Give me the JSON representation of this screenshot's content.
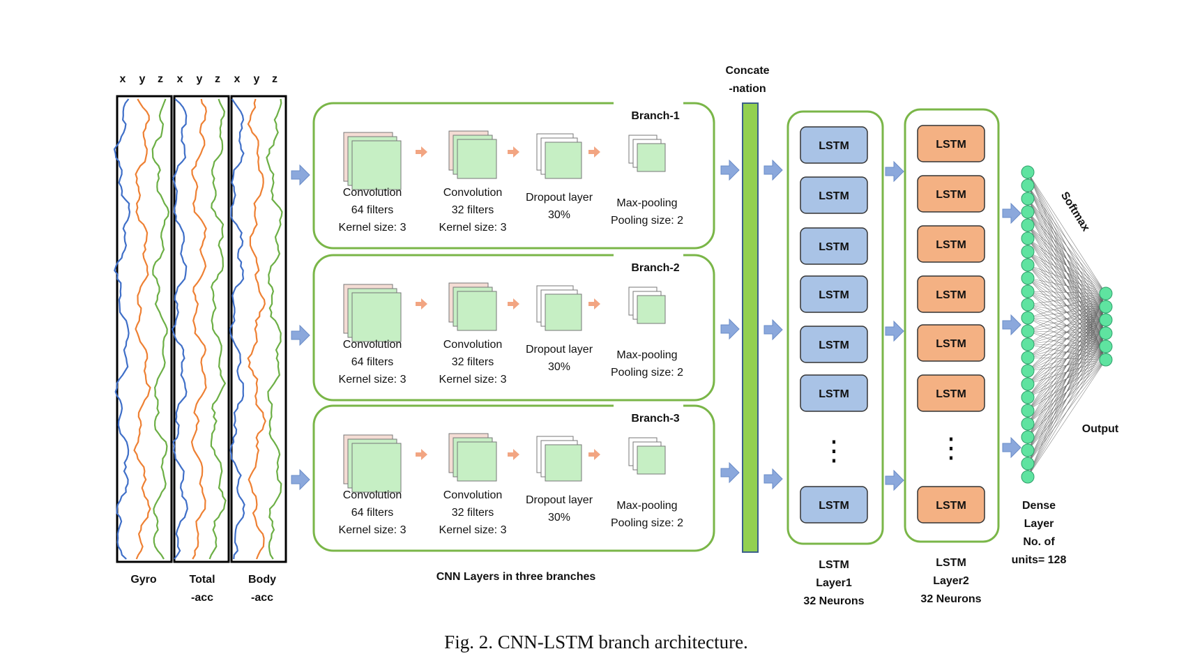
{
  "colors": {
    "gyro_x": "#3f6fc8",
    "gyro_y": "#ee8033",
    "gyro_z": "#6caf45",
    "green_border": "#7ab648",
    "conv_fill": "#c6efc4",
    "conv_back": "#f4dcd4",
    "arrow_orange": "#f2a582",
    "arrow_blue": "#8ba8dc",
    "lstm1_fill": "#a9c3e6",
    "lstm2_fill": "#f4b183",
    "concat_fill": "#92d050",
    "node_fill": "#5fe3a0"
  },
  "signals": {
    "axis_labels": [
      "x",
      "y",
      "z"
    ],
    "groups": [
      {
        "label_1": "Gyro",
        "label_2": ""
      },
      {
        "label_1": "Total",
        "label_2": "-acc"
      },
      {
        "label_1": "Body",
        "label_2": "-acc"
      }
    ]
  },
  "branches": [
    {
      "name": "Branch-1",
      "stages": [
        {
          "lines": [
            "Convolution",
            "64 filters",
            "Kernel size: 3"
          ]
        },
        {
          "lines": [
            "Convolution",
            "32 filters",
            "Kernel size: 3"
          ]
        },
        {
          "lines": [
            "Dropout layer",
            "30%"
          ]
        },
        {
          "lines": [
            "Max-pooling",
            "Pooling size: 2"
          ]
        }
      ]
    },
    {
      "name": "Branch-2",
      "stages": [
        {
          "lines": [
            "Convolution",
            "64 filters",
            "Kernel size: 3"
          ]
        },
        {
          "lines": [
            "Convolution",
            "32 filters",
            "Kernel size: 3"
          ]
        },
        {
          "lines": [
            "Dropout layer",
            "30%"
          ]
        },
        {
          "lines": [
            "Max-pooling",
            "Pooling size: 2"
          ]
        }
      ]
    },
    {
      "name": "Branch-3",
      "stages": [
        {
          "lines": [
            "Convolution",
            "64 filters",
            "Kernel size: 3"
          ]
        },
        {
          "lines": [
            "Convolution",
            "32 filters",
            "Kernel size: 3"
          ]
        },
        {
          "lines": [
            "Dropout layer",
            "30%"
          ]
        },
        {
          "lines": [
            "Max-pooling",
            "Pooling size: 2"
          ]
        }
      ]
    }
  ],
  "cnn_caption": "CNN Layers in three branches",
  "concat": {
    "line_1": "Concate",
    "line_2": "-nation"
  },
  "lstm_layer1": {
    "cell_label": "LSTM",
    "ellipsis": "⋮",
    "caption": [
      "LSTM",
      "Layer1",
      "32 Neurons"
    ]
  },
  "lstm_layer2": {
    "cell_label": "LSTM",
    "ellipsis": "⋮",
    "caption": [
      "LSTM",
      "Layer2",
      "32 Neurons"
    ]
  },
  "dense": {
    "caption": [
      "Dense",
      "Layer",
      "No. of",
      "units= 128"
    ]
  },
  "softmax_label": "Softmax",
  "output_label": "Output",
  "figure_caption": "Fig. 2.   CNN-LSTM branch architecture."
}
